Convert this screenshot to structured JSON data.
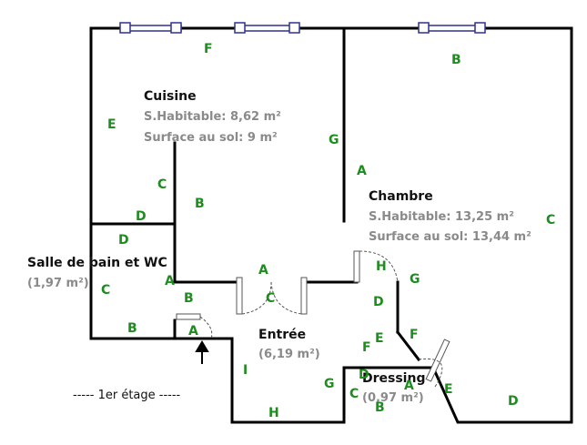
{
  "rooms": {
    "cuisine": {
      "name": "Cuisine",
      "hab": "S.Habitable: 8,62 m²",
      "sol": "Surface au sol: 9 m²"
    },
    "chambre": {
      "name": "Chambre",
      "hab": "S.Habitable: 13,25 m²",
      "sol": "Surface au sol: 13,44 m²"
    },
    "sdb": {
      "name": "Salle de bain et WC",
      "area": "(1,97 m²)"
    },
    "entree": {
      "name": "Entrée",
      "area": "(6,19 m²)"
    },
    "dressing": {
      "name": "Dressing",
      "area": "(0,97 m²)"
    }
  },
  "legend": {
    "floor": "----- 1er étage -----"
  },
  "walls": {
    "cuisine": [
      "F",
      "E",
      "G",
      "C",
      "D",
      "B"
    ],
    "chambre": [
      "B",
      "A",
      "C",
      "D",
      "G",
      "H"
    ],
    "sdb": [
      "D",
      "C",
      "B",
      "A"
    ],
    "entree": [
      "A",
      "B",
      "C",
      "D",
      "E",
      "F",
      "G",
      "H",
      "I",
      "A"
    ],
    "dressing": [
      "A",
      "B",
      "C",
      "D",
      "E",
      "F"
    ],
    "door": "A"
  },
  "colors": {
    "wall": "#000000",
    "window": "#2e3192",
    "label": "#1e8c1e",
    "area": "#8a8a8a"
  }
}
